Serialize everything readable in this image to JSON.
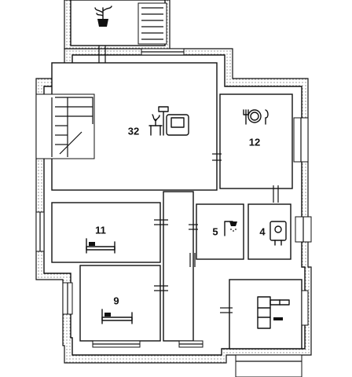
{
  "rooms": {
    "living": {
      "label": "32",
      "icon": "armchair-lamp-icon"
    },
    "kitchen": {
      "label": "12",
      "icon": "plate-cutlery-icon"
    },
    "bathroom": {
      "label": "5",
      "icon": "shower-icon"
    },
    "boiler": {
      "label": "4",
      "icon": "boiler-icon"
    },
    "bedroom_a": {
      "label": "11",
      "icon": "bed-icon"
    },
    "bedroom_b": {
      "label": "9",
      "icon": "bed-icon"
    },
    "terrace": {
      "label": "",
      "icon": "plant-icon"
    },
    "utility": {
      "label": "",
      "icon": "shelving-icon"
    }
  },
  "colors": {
    "walls": "#111111",
    "background": "#ffffff"
  }
}
